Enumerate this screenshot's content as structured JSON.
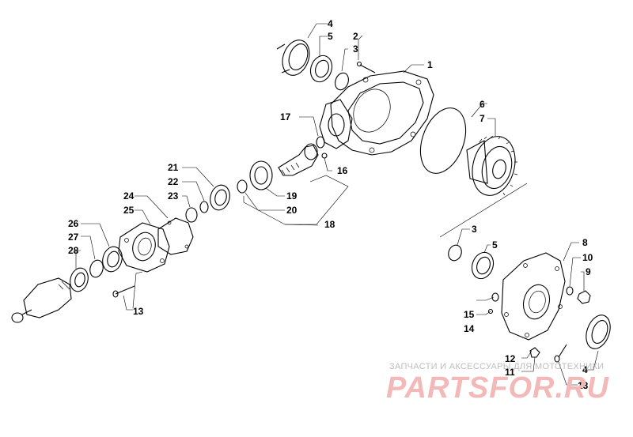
{
  "callouts": {
    "c1": "1",
    "c2": "2",
    "c3a": "3",
    "c4a": "4",
    "c5a": "5",
    "c6": "6",
    "c7": "7",
    "c8": "8",
    "c9": "9",
    "c10": "10",
    "c11": "11",
    "c12": "12",
    "c13a": "13",
    "c14": "14",
    "c15": "15",
    "c16": "16",
    "c17": "17",
    "c18": "18",
    "c19": "19",
    "c20": "20",
    "c21": "21",
    "c22": "22",
    "c23": "23",
    "c24": "24",
    "c25": "25",
    "c26": "26",
    "c27": "27",
    "c28": "28",
    "c3b": "3",
    "c5b": "5",
    "c4b": "4",
    "c13b": "13"
  },
  "watermark": {
    "top_line": "ЗАПЧАСТИ И АКСЕССУАРЫ ДЛЯ МОТОТЕХНИКИ",
    "logo": "PARTSFOR.RU"
  }
}
